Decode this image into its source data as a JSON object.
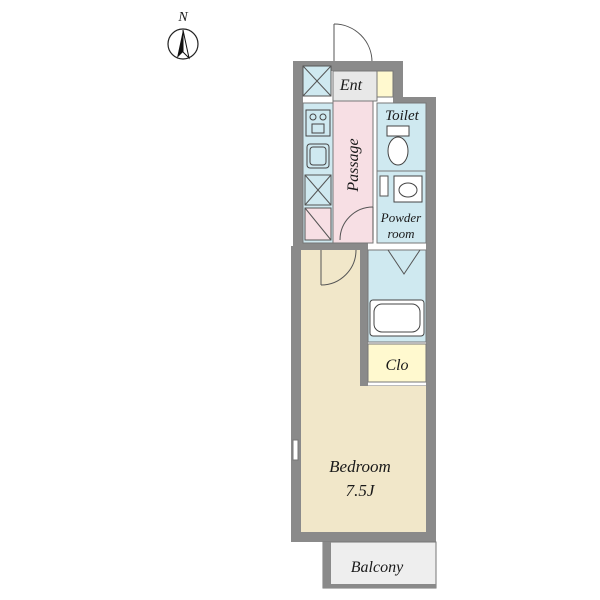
{
  "compass": {
    "direction": "N",
    "icon": "north-arrow-icon"
  },
  "rooms": {
    "entrance": "Ent",
    "passage": "Passage",
    "toilet": "Toilet",
    "powder_room_line1": "Powder",
    "powder_room_line2": "room",
    "closet": "Clo",
    "bedroom": "Bedroom",
    "bedroom_size": "7.5J",
    "balcony": "Balcony"
  },
  "colors": {
    "wall": "#8a8a8a",
    "bedroom": "#f1e7c9",
    "passage": "#f7dfe4",
    "wet_area": "#cfe9f0",
    "closet": "#fff9cf",
    "entrance": "#e8e8e8",
    "balcony": "#eeeeee"
  },
  "icons": [
    "stove-icon",
    "sink-icon",
    "fridge-space-icon",
    "washer-space-icon",
    "toilet-icon",
    "washbasin-icon",
    "bathtub-icon",
    "door-swing-icon"
  ]
}
